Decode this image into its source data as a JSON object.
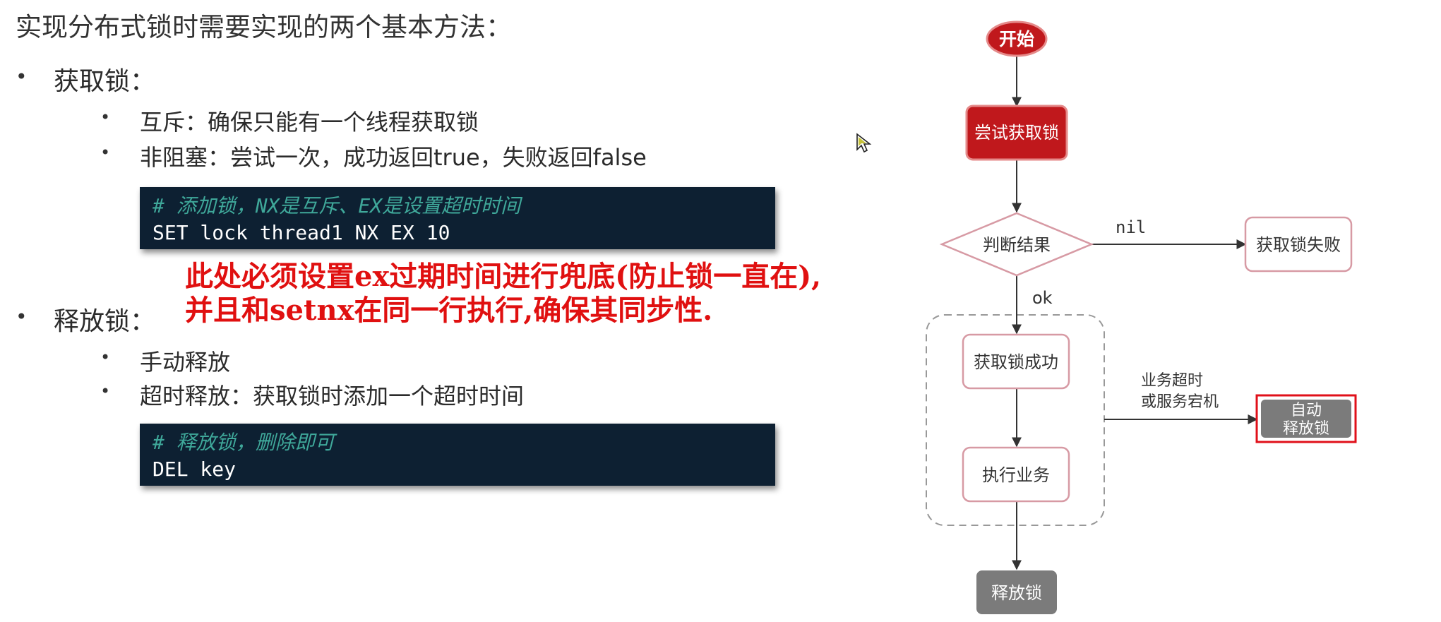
{
  "slide": {
    "title": "实现分布式锁时需要实现的两个基本方法：",
    "acquire": {
      "heading": "获取锁：",
      "items": [
        "互斥：确保只能有一个线程获取锁",
        "非阻塞：尝试一次，成功返回true，失败返回false"
      ],
      "code_comment": "#  添加锁，NX是互斥、EX是设置超时时间",
      "code_command": "SET lock thread1 NX EX 10"
    },
    "release": {
      "heading": "释放锁：",
      "items": [
        "手动释放",
        "超时释放：获取锁时添加一个超时时间"
      ],
      "code_comment": "#  释放锁，删除即可",
      "code_command": "DEL key"
    },
    "annotation": {
      "line1": "此处必须设置ex过期时间进行兜底(防止锁一直在),",
      "line2": "并且和setnx在同一行执行,确保其同步性."
    }
  },
  "flowchart": {
    "start": "开始",
    "try_lock": "尝试获取锁",
    "judge": "判断结果",
    "nil_label": "nil",
    "fail": "获取锁失败",
    "ok_label": "ok",
    "success": "获取锁成功",
    "execute": "执行业务",
    "timeout_label_1": "业务超时",
    "timeout_label_2": "或服务宕机",
    "auto_release_1": "自动",
    "auto_release_2": "释放锁",
    "release": "释放锁"
  },
  "colors": {
    "code_bg": "#0d2032",
    "code_comment": "#3fa89a",
    "annotation": "#e01010",
    "start_node": "#c0181c",
    "try_node": "#c0181c",
    "pink_border": "#d79aa4",
    "gray_node": "#7b7b7b",
    "highlight_box": "#e0101a"
  }
}
